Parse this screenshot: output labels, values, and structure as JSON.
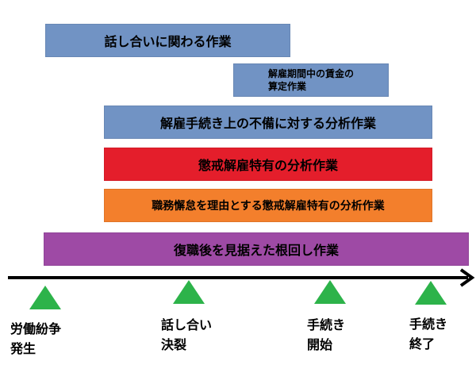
{
  "colors": {
    "blue_bar": "#7193c4",
    "red_bar": "#e41e2b",
    "orange_bar": "#f37f2c",
    "purple_bar": "#9e4aa5",
    "marker": "#2db34a",
    "axis": "#000000"
  },
  "bars": {
    "talks": "話し合いに関わる作業",
    "wage_line1": "解雇期間中の賃金の",
    "wage_line2": "算定作業",
    "procedural_flaw": "解雇手続き上の不備に対する分析作業",
    "disciplinary": "懲戒解雇特有の分析作業",
    "neglect_disciplinary": "職務懈怠を理由とする懲戒解雇特有の分析作業",
    "post_reinstatement": "復職後を見据えた根回し作業"
  },
  "timeline": {
    "arrow_icon": "right-arrow",
    "marker_icon": "triangle-up",
    "events": [
      {
        "line1": "労働紛争",
        "line2": "発生"
      },
      {
        "line1": "話し合い",
        "line2": "決裂"
      },
      {
        "line1": "手続き",
        "line2": "開始"
      },
      {
        "line1": "手続き",
        "line2": "終了"
      }
    ]
  }
}
